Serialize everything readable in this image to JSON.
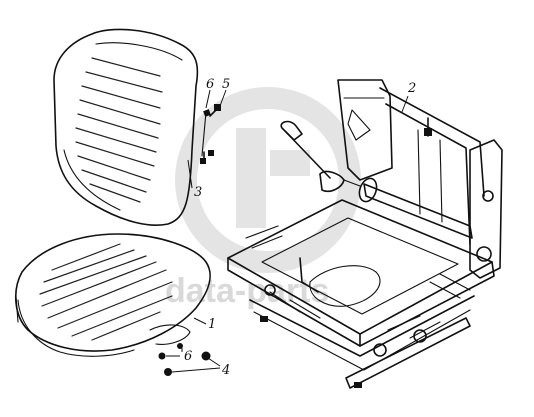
{
  "watermark": {
    "text": "data-parts",
    "color": "#d9d9d9"
  },
  "callouts": [
    {
      "id": "callout-1",
      "label": "1"
    },
    {
      "id": "callout-2",
      "label": "2"
    },
    {
      "id": "callout-3",
      "label": "3"
    },
    {
      "id": "callout-4",
      "label": "4"
    },
    {
      "id": "callout-5",
      "label": "5"
    },
    {
      "id": "callout-6-top",
      "label": "6"
    },
    {
      "id": "callout-6-bottom",
      "label": "6"
    }
  ],
  "colors": {
    "ink": "#111111",
    "background": "#ffffff",
    "watermark": "#d9d9d9"
  }
}
